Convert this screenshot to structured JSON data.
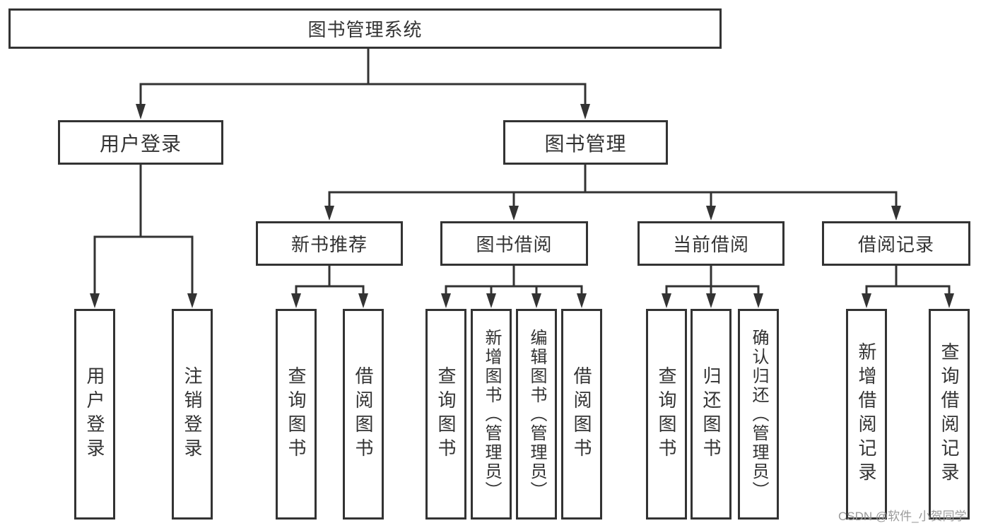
{
  "colors": {
    "line": "#333333",
    "box_border": "#333333",
    "text": "#333333",
    "watermark": "#9a9a9a",
    "background": "#ffffff"
  },
  "watermark": {
    "text": "CSDN @软件_小贺同学"
  },
  "tree": {
    "root": {
      "label": "图书管理系统"
    },
    "level2": [
      {
        "label": "用户登录"
      },
      {
        "label": "图书管理"
      }
    ],
    "level3": [
      {
        "label": "新书推荐"
      },
      {
        "label": "图书借阅"
      },
      {
        "label": "当前借阅"
      },
      {
        "label": "借阅记录"
      }
    ],
    "leaves": {
      "user_login": [
        "用户登录",
        "注销登录"
      ],
      "new_book_recommend": [
        "查询图书",
        "借阅图书"
      ],
      "book_borrow": [
        "查询图书",
        "新增图书（管理员）",
        "编辑图书（管理员）",
        "借阅图书"
      ],
      "current_borrow": [
        "查询图书",
        "归还图书",
        "确认归还（管理员）"
      ],
      "borrow_records": [
        "新增借阅记录",
        "查询借阅记录"
      ]
    }
  }
}
